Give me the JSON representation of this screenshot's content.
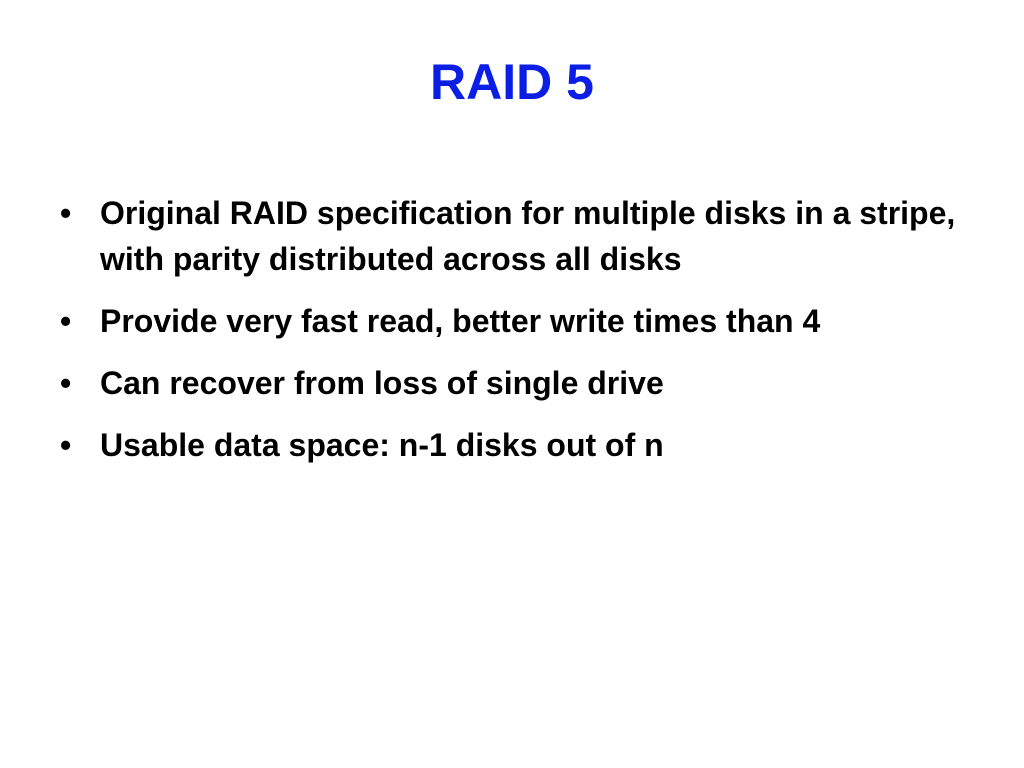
{
  "slide": {
    "title": "RAID 5",
    "title_color": "#0a1ee6",
    "bullet_symbol": "•",
    "bullets": [
      "Original RAID specification for multiple disks in a stripe, with parity distributed across all disks",
      "Provide very fast read, better write times than 4",
      "Can recover from loss of single drive",
      "Usable data space: n-1 disks out of n"
    ]
  }
}
